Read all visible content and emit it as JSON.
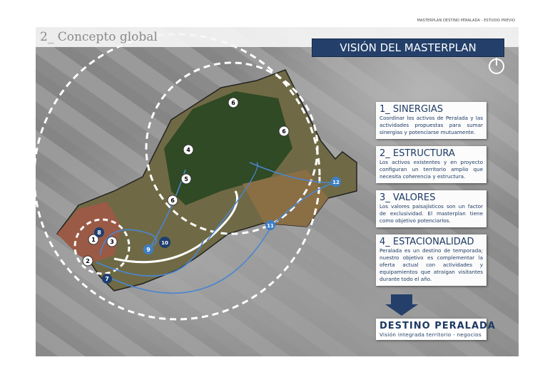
{
  "doc_title": "MASTERPLAN DESTINO PERALADA - ESTUDIO PREVIO",
  "section_title": "2_ Concepto global",
  "banner": "VISIÓN DEL MASTERPLAN",
  "cards": [
    {
      "title": "1_ SINERGIAS",
      "text": "Coordinar los activos de Peralada y las actividades propuestas para sumar sinergias y potenciarse mutuamente."
    },
    {
      "title": "2_ ESTRUCTURA",
      "text": "Los activos existentes y en proyecto configuran un territorio amplio que necesita coherencia y estructura."
    },
    {
      "title": "3_ VALORES",
      "text": "Los valores paisajísticos son un factor de exclusividad. El masterplan tiene como objetivo potenciarlos."
    },
    {
      "title": "4_ ESTACIONALIDAD",
      "text": "Peralada es un destino de temporada; nuestro objetivo es complementar la oferta actual con actividades y equipamientos que atraigan visitantes durante todo el año."
    }
  ],
  "destination": {
    "title": "DESTINO PERALADA",
    "subtitle": "Visión integrada territorio - negocios"
  },
  "markers": {
    "m1": "1",
    "m2": "2",
    "m3": "3",
    "m4": "4",
    "m5": "5",
    "m6a": "6",
    "m6b": "6",
    "m6c": "6",
    "m7": "7",
    "m8": "8",
    "m9": "9",
    "m10": "10",
    "m11": "11",
    "m12": "12"
  },
  "colors": {
    "navy": "#24406a",
    "blue_marker": "#3f7fc4",
    "dark_marker": "#1f3f70",
    "line": "#4a86d0"
  }
}
